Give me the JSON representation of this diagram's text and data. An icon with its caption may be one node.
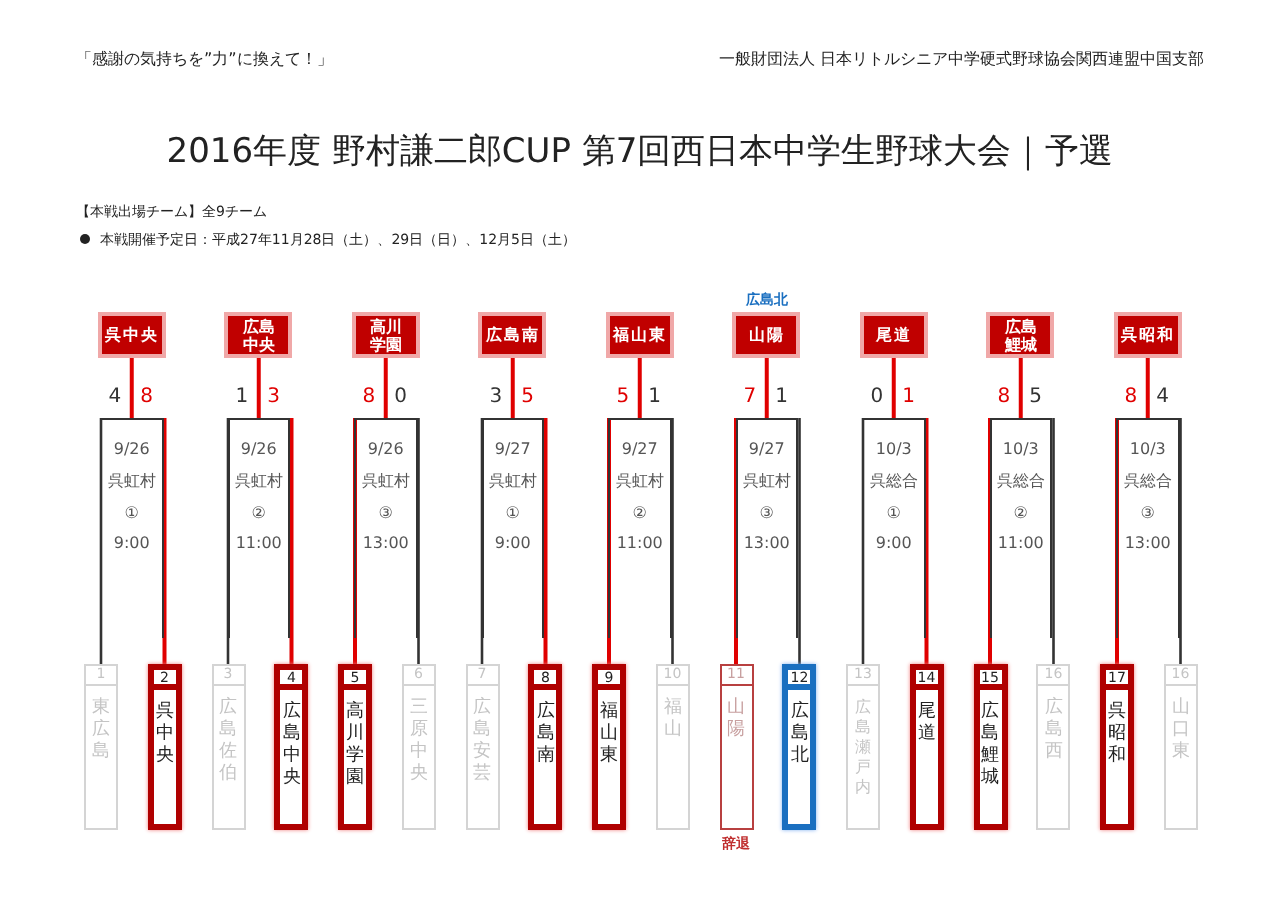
{
  "diagram": {
    "title": "2016年度 野村謙二郎CUP 第7回西日本中学生野球大会｜予選",
    "nodes": [
      {
        "text": [
          "呉中央"
        ]
      },
      {
        "text": [
          "広島中央"
        ]
      },
      {
        "text": [
          "高川学園"
        ]
      },
      {
        "text": [
          "広島南"
        ]
      },
      {
        "text": [
          "福山東"
        ]
      },
      {
        "text": [
          "山陽"
        ],
        "beside": [
          "広島北"
        ]
      },
      {
        "text": [
          "尾道"
        ]
      },
      {
        "text": [
          "広島鯉城"
        ]
      },
      {
        "text": [
          "呉昭和"
        ]
      },
      {
        "text": [
          "9/26",
          "呉虹村",
          "①",
          "9:00"
        ]
      },
      {
        "text": [
          "9/26",
          "呉虹村",
          "②",
          "11:00"
        ]
      },
      {
        "text": [
          "9/26",
          "呉虹村",
          "③",
          "13:00"
        ]
      },
      {
        "text": [
          "9/27",
          "呉虹村",
          "①",
          "9:00"
        ]
      },
      {
        "text": [
          "9/27",
          "呉虹村",
          "②",
          "11:00"
        ]
      },
      {
        "text": [
          "9/27",
          "呉虹村",
          "③",
          "13:00"
        ]
      },
      {
        "text": [
          "10/3",
          "呉総合",
          "①",
          "9:00"
        ]
      },
      {
        "text": [
          "10/3",
          "呉総合",
          "②",
          "11:00"
        ]
      },
      {
        "text": [
          "10/3",
          "呉総合",
          "③",
          "13:00"
        ]
      },
      {
        "text": [
          "1",
          "東広島"
        ]
      },
      {
        "text": [
          "2",
          "呉中央"
        ]
      },
      {
        "text": [
          "3",
          "広島佐伯"
        ]
      },
      {
        "text": [
          "4",
          "広島中央"
        ]
      },
      {
        "text": [
          "5",
          "高川学園"
        ]
      },
      {
        "text": [
          "6",
          "三原中央"
        ]
      },
      {
        "text": [
          "7",
          "広島安芸"
        ]
      },
      {
        "text": [
          "8",
          "広島南"
        ]
      },
      {
        "text": [
          "9",
          "福山東"
        ]
      },
      {
        "text": [
          "10",
          "福山"
        ]
      },
      {
        "text": [
          "11",
          "山陽"
        ],
        "beside": [
          "辞退"
        ]
      },
      {
        "text": [
          "12",
          "広島北"
        ]
      },
      {
        "text": [
          "13",
          "広島瀬戸内"
        ]
      },
      {
        "text": [
          "14",
          "尾道"
        ]
      },
      {
        "text": [
          "15",
          "広島鯉城"
        ]
      },
      {
        "text": [
          "16",
          "広島西"
        ]
      },
      {
        "text": [
          "17",
          "呉昭和"
        ]
      },
      {
        "text": [
          "16",
          "山口東"
        ]
      }
    ],
    "edges": [
      {
        "from": 18,
        "to": 9,
        "arrow": "none",
        "label": "4",
        "color": "#333333"
      },
      {
        "from": 19,
        "to": 9,
        "arrow": "none",
        "label": "8"
      },
      {
        "from": 9,
        "to": 0,
        "arrow": "none"
      },
      {
        "from": 20,
        "to": 10,
        "arrow": "none",
        "label": "1",
        "color": "#333333"
      },
      {
        "from": 21,
        "to": 10,
        "arrow": "none",
        "label": "3"
      },
      {
        "from": 10,
        "to": 1,
        "arrow": "none"
      },
      {
        "from": 22,
        "to": 11,
        "arrow": "none",
        "label": "8"
      },
      {
        "from": 23,
        "to": 11,
        "arrow": "none",
        "label": "0",
        "color": "#333333"
      },
      {
        "from": 11,
        "to": 2,
        "arrow": "none"
      },
      {
        "from": 24,
        "to": 12,
        "arrow": "none",
        "label": "3",
        "color": "#333333"
      },
      {
        "from": 25,
        "to": 12,
        "arrow": "none",
        "label": "5"
      },
      {
        "from": 12,
        "to": 3,
        "arrow": "none"
      },
      {
        "from": 26,
        "to": 13,
        "arrow": "none",
        "label": "5"
      },
      {
        "from": 27,
        "to": 13,
        "arrow": "none",
        "label": "1",
        "color": "#333333"
      },
      {
        "from": 13,
        "to": 4,
        "arrow": "none"
      },
      {
        "from": 28,
        "to": 14,
        "arrow": "none",
        "label": "7"
      },
      {
        "from": 29,
        "to": 14,
        "arrow": "none",
        "label": "1",
        "color": "#333333"
      },
      {
        "from": 14,
        "to": 5,
        "arrow": "none"
      },
      {
        "from": 30,
        "to": 15,
        "arrow": "none",
        "label": "0",
        "color": "#333333"
      },
      {
        "from": 31,
        "to": 15,
        "arrow": "none",
        "label": "1"
      },
      {
        "from": 15,
        "to": 6,
        "arrow": "none"
      },
      {
        "from": 32,
        "to": 16,
        "arrow": "none",
        "label": "8"
      },
      {
        "from": 33,
        "to": 16,
        "arrow": "none",
        "label": "5",
        "color": "#333333"
      },
      {
        "from": 16,
        "to": 7,
        "arrow": "none"
      },
      {
        "from": 34,
        "to": 17,
        "arrow": "none",
        "label": "8"
      },
      {
        "from": 35,
        "to": 17,
        "arrow": "none",
        "label": "4",
        "color": "#333333"
      },
      {
        "from": 17,
        "to": 8,
        "arrow": "none"
      }
    ],
    "labels": [
      "「感謝の気持ちを”力”に換えて！」",
      "一般財団法人 日本リトルシニア中学硬式野球協会関西連盟中国支部",
      "【本戦出場チーム】全9チーム",
      "本戦開催予定日：平成27年11月28日（土）、29日（日）、12月5日（土）"
    ]
  }
}
